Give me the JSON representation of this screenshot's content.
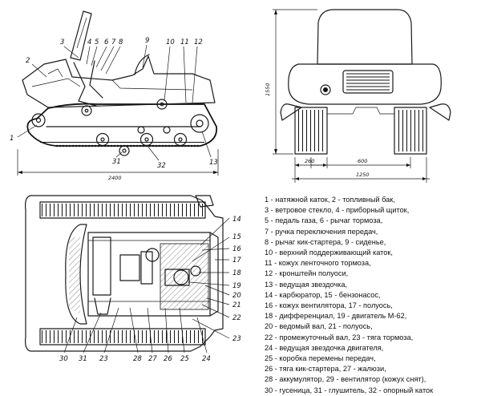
{
  "side_view": {
    "callouts": [
      "1",
      "2",
      "3",
      "4",
      "5",
      "6",
      "7",
      "8",
      "9",
      "10",
      "11",
      "12",
      "13",
      "31",
      "32"
    ],
    "length": "2400"
  },
  "front_view": {
    "height": "1550",
    "track_width": "260",
    "track_gauge": "600",
    "overall_width": "1250"
  },
  "plan_view": {
    "callouts_right": [
      "14",
      "15",
      "16",
      "17",
      "18",
      "19",
      "20",
      "21",
      "22",
      "23"
    ],
    "callouts_bottom": [
      "30",
      "31",
      "23",
      "28",
      "27",
      "26",
      "25",
      "24"
    ]
  },
  "legend": [
    "1 - натяжной каток, 2 - топливный бак,",
    "3 - ветровое стекло, 4 - приборный щиток,",
    "5 - педаль газа, 6 - рычаг тормоза,",
    "7 - ручка переключения передач,",
    "8 - рычаг кик-стартера, 9 - сиденье,",
    "10 - верхний поддерживающий каток,",
    "11 - кожух ленточного тормоза,",
    "12 - кронштейн полуоси,",
    "13 - ведущая звездочка,",
    "14 - карбюратор, 15 - бензонасос,",
    "16 - кожух вентилятора, 17 - полуось,",
    "18 - дифференциал, 19 - двигатель М-62,",
    "20 - ведомый вал, 21 - полуось,",
    "22 - промежуточный вал, 23 - тяга тормоза,",
    "24 - ведущая звездочка двигателя,",
    "25 - коробка перемены передач,",
    "26 - тяга кик-стартера, 27 - жалюзи,",
    "28 - аккумулятор, 29 - вентилятор (кожух снят),",
    "30 - гусеница, 31 - глушитель, 32 - опорный каток"
  ]
}
